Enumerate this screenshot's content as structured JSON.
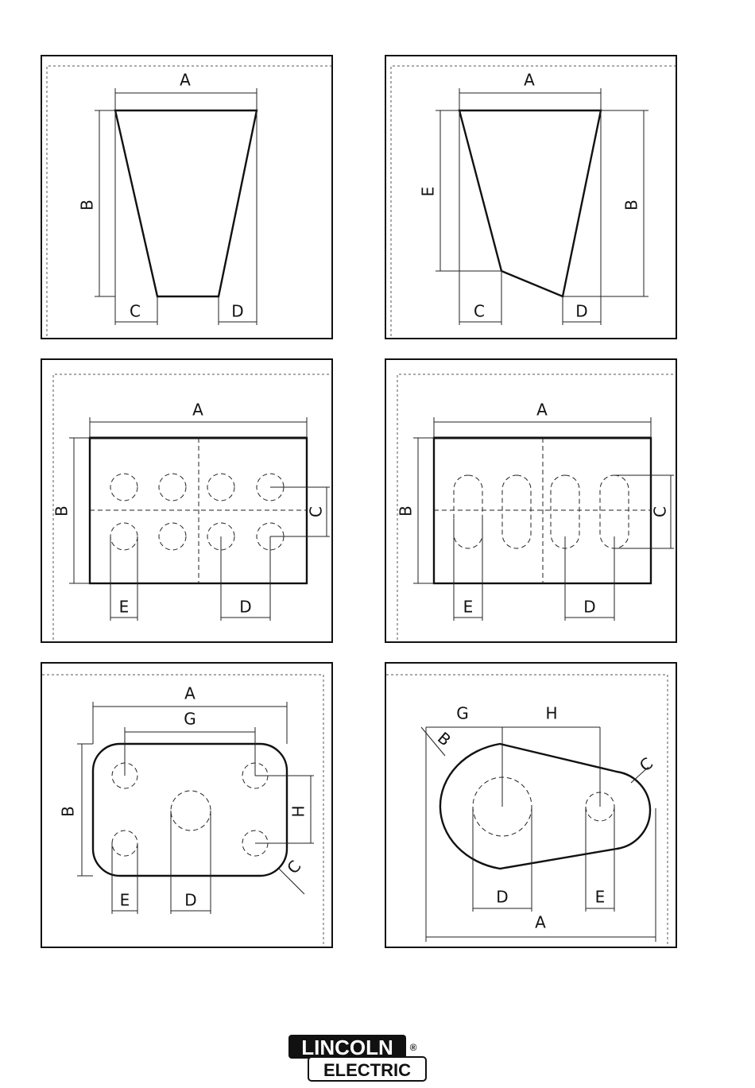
{
  "panels": [
    {
      "labels": {
        "a": "A",
        "b": "B",
        "c": "C",
        "d": "D"
      }
    },
    {
      "labels": {
        "a": "A",
        "b": "B",
        "c": "C",
        "d": "D",
        "e": "E"
      }
    },
    {
      "labels": {
        "a": "A",
        "b": "B",
        "c": "C",
        "d": "D",
        "e": "E"
      }
    },
    {
      "labels": {
        "a": "A",
        "b": "B",
        "c": "C",
        "d": "D",
        "e": "E"
      }
    },
    {
      "labels": {
        "a": "A",
        "b": "B",
        "c": "C",
        "d": "D",
        "e": "E",
        "g": "G",
        "h": "H"
      }
    },
    {
      "labels": {
        "a": "A",
        "b": "B",
        "c": "C",
        "d": "D",
        "e": "E",
        "g": "G",
        "h": "H"
      }
    }
  ],
  "logo": {
    "line1": "LINCOLN",
    "line2": "ELECTRIC",
    "mark": "®"
  }
}
